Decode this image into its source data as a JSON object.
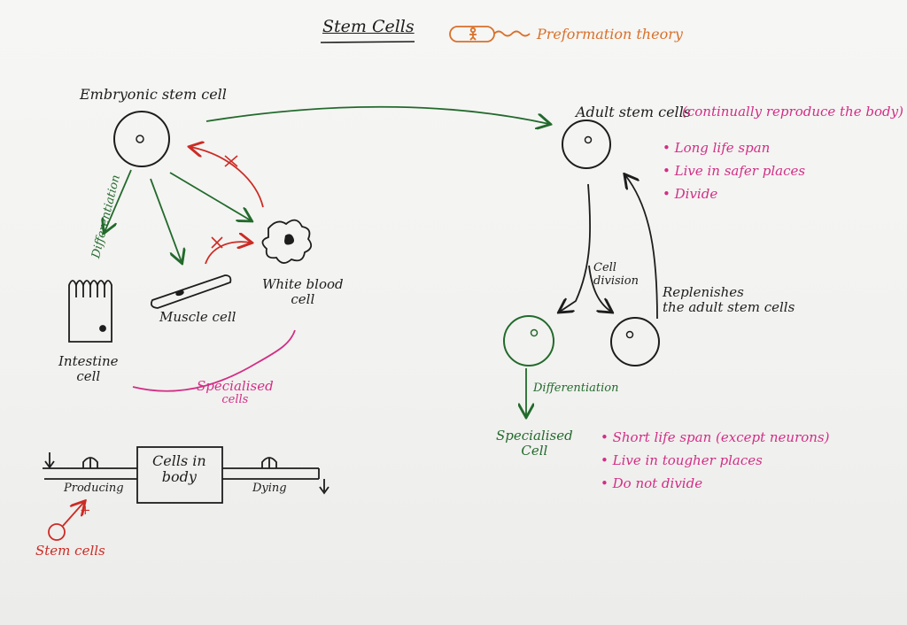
{
  "colors": {
    "ink": "#1d1d1d",
    "green": "#226a2c",
    "red": "#cc2b24",
    "orange": "#d9702a",
    "magenta": "#d22e86"
  },
  "title": "Stem Cells",
  "preformation": "Preformation theory",
  "embryonic": {
    "label": "Embryonic stem cell",
    "differentiation": "Differentiation",
    "intestine": [
      "Intestine",
      "cell"
    ],
    "muscle": "Muscle cell",
    "white_blood": [
      "White blood",
      "cell"
    ],
    "specialised": [
      "Specialised",
      "cells"
    ]
  },
  "adult": {
    "label": "Adult stem cells",
    "note": "(continually reproduce the body)",
    "traits": [
      "• Long life span",
      "• Live in safer places",
      "• Divide"
    ],
    "cell_division": [
      "Cell",
      "division"
    ],
    "replenishes": [
      "Replenishes",
      "the adult stem cells"
    ],
    "differentiation": "Differentiation",
    "specialised": [
      "Specialised",
      "Cell"
    ],
    "specialised_traits": [
      "• Short life span (except neurons)",
      "• Live in tougher places",
      "• Do not divide"
    ]
  },
  "flow": {
    "box": [
      "Cells in",
      "body"
    ],
    "producing": "Producing",
    "dying": "Dying",
    "plus": "+",
    "stem_cells": "Stem cells"
  }
}
